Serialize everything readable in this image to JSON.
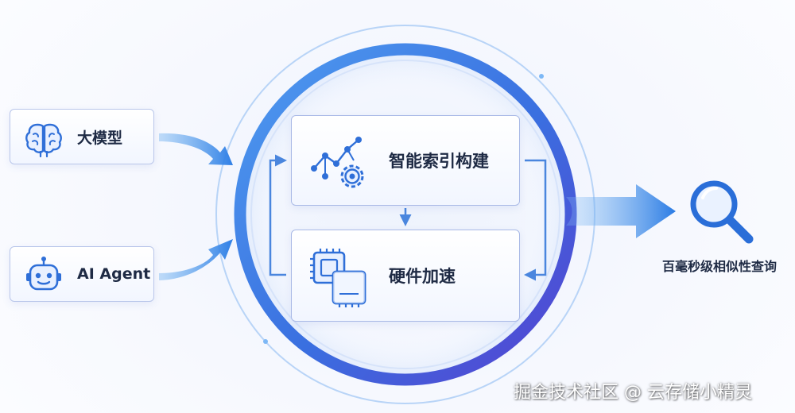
{
  "inputs": [
    {
      "label": "大模型",
      "icon": "brain-icon"
    },
    {
      "label": "AI Agent",
      "icon": "robot-icon"
    }
  ],
  "stages": [
    {
      "label": "智能索引构建",
      "icon": "graph-gear-icon"
    },
    {
      "label": "硬件加速",
      "icon": "chip-icon"
    }
  ],
  "output": {
    "label": "百毫秒级相似性查询",
    "icon": "magnifier-icon"
  },
  "watermark": "掘金技术社区 @ 云存储小精灵",
  "colors": {
    "accent_blue": "#3a7fe0",
    "accent_purple": "#5b4fd6",
    "icon_blue": "#2f6fd8",
    "text_dark": "#1e2a44"
  }
}
